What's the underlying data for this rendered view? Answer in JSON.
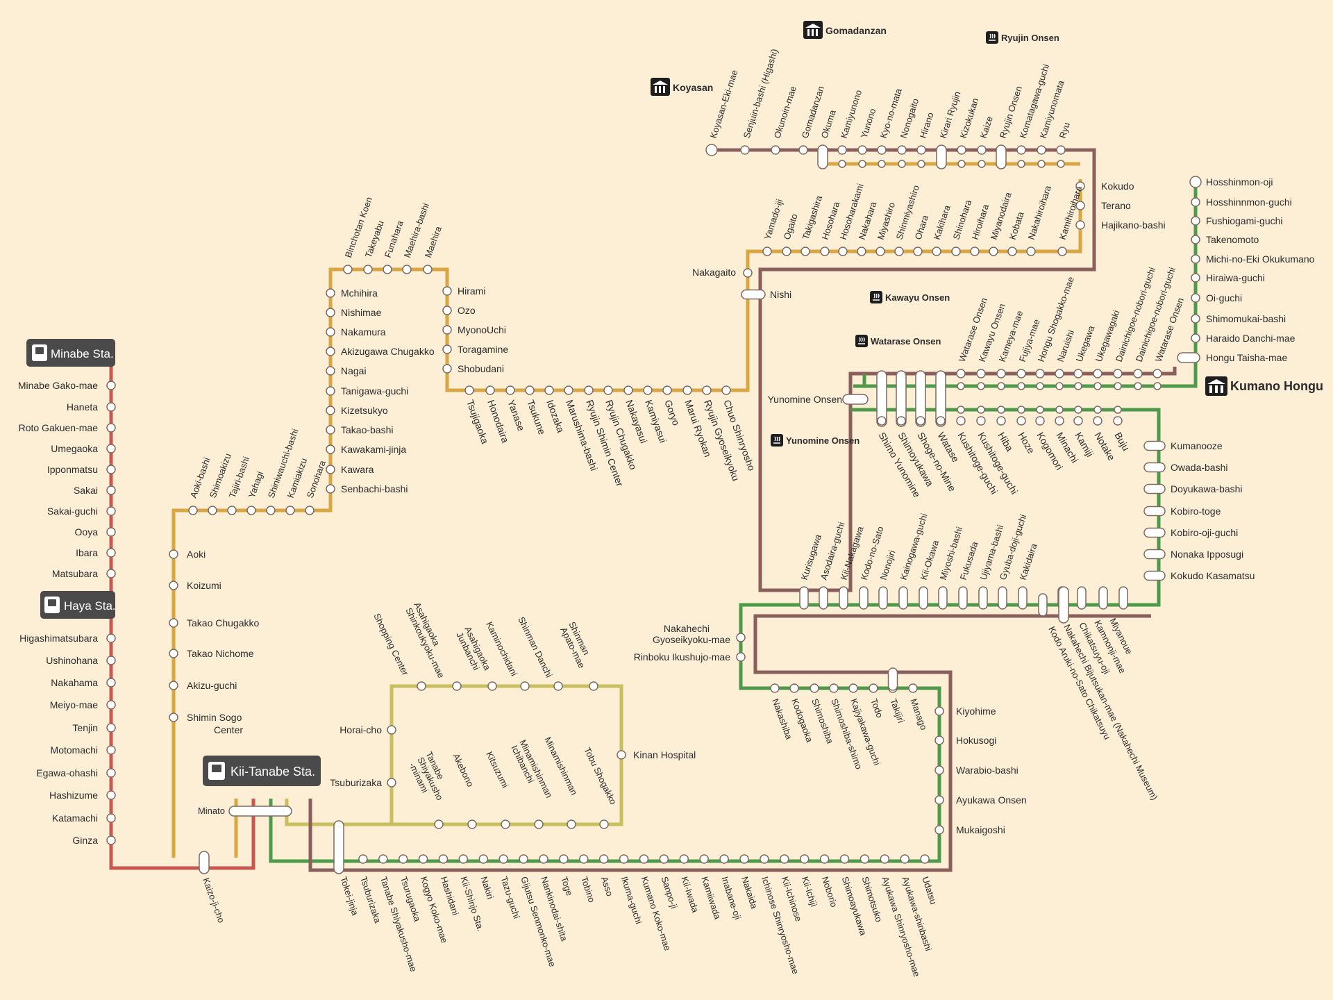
{
  "colors": {
    "background": "#fcefd6",
    "red_line": "#c8574f",
    "orange_line": "#d9a642",
    "olive_line": "#c9bf5e",
    "green_line": "#4f9a4a",
    "brown_line": "#8a5e5a",
    "terminal_box": "#4a4a4a"
  },
  "terminals": {
    "minabe": "Minabe Sta.",
    "haya": "Haya Sta.",
    "kii_tanabe": "Kii-Tanabe Sta."
  },
  "destinations": {
    "koyasan": "Koyasan",
    "gomadanzan": "Gomadanzan",
    "ryujin_onsen": "Ryujin Onsen",
    "kawayu_onsen": "Kawayu Onsen",
    "watarase_onsen": "Watarase Onsen",
    "yunomine_onsen": "Yunomine Onsen",
    "kumano_hongu": "Kumano Hongu"
  },
  "routes": {
    "red_west": [
      "Minabe Gako-mae",
      "Haneta",
      "Roto Gakuen-mae",
      "Umegaoka",
      "Ipponmatsu",
      "Sakai",
      "Sakai-guchi",
      "Ooya",
      "Ibara",
      "Matsubara",
      "Higashimatsubara",
      "Ushinohana",
      "Nakahama",
      "Meiyo-mae",
      "Tenjin",
      "Motomachi",
      "Egawa-ohashi",
      "Hashizume",
      "Katamachi",
      "Ginza"
    ],
    "orange_vertical": [
      "Aoki",
      "Koizumi",
      "Takao Chugakko",
      "Takao Nichome",
      "Akizu-guchi",
      "Shimin Sogo Center"
    ],
    "orange_row1": [
      "Aoki-bashi",
      "Shimoakizu",
      "Tajiri-bashi",
      "Yahagi",
      "Shiniwauchi-bashi",
      "Kamiakizu",
      "Sonohara"
    ],
    "orange_col1": [
      "Mchihira",
      "Nishimae",
      "Nakamura",
      "Akizugawa Chugakko",
      "Nagai",
      "Tanigawa-guchi",
      "Kizetsukyo",
      "Takao-bashi",
      "Kawakami-jinja",
      "Kawara",
      "Senbachi-bashi"
    ],
    "orange_top": [
      "Binchotan Koen",
      "Takeyabu",
      "Funahara",
      "Maehira-bashi",
      "Maehira"
    ],
    "orange_col2": [
      "Hirami",
      "Ozo",
      "MyonoUchi",
      "Toragamine",
      "Shobudani"
    ],
    "orange_bottom": [
      "Tsujigaoka",
      "Honodaira",
      "Yanase",
      "Tsukune",
      "Idozaka",
      "Marushima-bashi",
      "Ryujin Shimin Center",
      "Ryujin Chugakko",
      "Nakayasui",
      "Kamiyasui",
      "Goryo",
      "Marui Ryokan",
      "Ryujin Gyoseikyoku",
      "Chuo Shinryosho"
    ],
    "orange_nakagaito": "Nakagaito",
    "orange_upper": [
      "Yamado-iji",
      "Ogaito",
      "Takigashira",
      "Hosohara",
      "Hosoharakami",
      "Nakahara",
      "Miyashiro",
      "Shinmiyashiro",
      "Ohara",
      "Kakihara",
      "Shinohara",
      "Hiroihara",
      "Miyanodaira",
      "Kobata",
      "Nakahiroihara",
      "Kamihiroihara"
    ],
    "orange_right": [
      "Kokudo",
      "Terano",
      "Hajikano-bashi"
    ],
    "top_row": [
      "Koyasan-Eki-mae",
      "Senjuin-bashi (Higashi)",
      "Okunoin-mae",
      "Gomadanzan",
      "Okuma",
      "Kamiyunono",
      "Yunono",
      "Kyo-no-mata",
      "Nonogaito",
      "Hirano",
      "Kirari Ryujin",
      "Kizokukan",
      "Kaize",
      "Ryujin Onsen",
      "Komatagawa-guchi",
      "Kamiyunomata",
      "Ryu"
    ],
    "nishi": "Nishi",
    "green_right": [
      "Hosshinmon-oji",
      "Hosshinnmon-guchi",
      "Fushiogami-guchi",
      "Takenomoto",
      "Michi-no-Eki Okukumano",
      "Hiraiwa-guchi",
      "Oi-guchi",
      "Shimomukai-bashi",
      "Haraido Danchi-mae",
      "Hongu Taisha-mae"
    ],
    "hongu_upper": [
      "Watarase Onsen",
      "Kawayu Onsen",
      "Kameya-mae",
      "Fujiya-mae",
      "Hongu Shogakko-mae",
      "Naruishi",
      "Ukegawa",
      "Ukegawagaki",
      "Dainichigoe-nobori-guchi",
      "Dainichigoe-nobori-guchi",
      "Watarase Onsen"
    ],
    "yunomine": "Yunomine Onsen",
    "hongu_lower": [
      "Shimo Yunomine",
      "Shimoyukawa",
      "Shoge-no-Mine",
      "Watase",
      "Kushitoge-guchi",
      "Kushitoge-guchi",
      "Hiba",
      "Hoze",
      "Kogomori",
      "Minachi",
      "Kamiji",
      "Notake",
      "Buju"
    ],
    "green_east": [
      "Kumanooze",
      "Owada-bashi",
      "Doyukawa-bashi",
      "Kobiro-toge",
      "Kobiro-oji-guchi",
      "Nonaka Ipposugi",
      "Kokudo Kasamatsu"
    ],
    "kurisu_row": [
      "Kurisugawa",
      "Asodaira-guchi",
      "Kii-Nakagawa",
      "Kodo-no-Sato",
      "Nonojiri",
      "Kainogawa-guchi",
      "Kii-Okawa",
      "Miyoshi-bashi",
      "Fukusada",
      "Ujiyama-bashi",
      "Gyuba-doji-guchi",
      "Kakidaira"
    ],
    "kurisu_lower": [
      "Kodo Aruki-no-Sato Chikatsuyu",
      "Nakahechi Bijutsukan-mae (Nakahechi Museum)",
      "Chikatsuyu-oji",
      "Kamnonji-mae",
      "Miyanoue"
    ],
    "nakahechi_left": [
      "Nakahechi Gyoseikyoku-mae",
      "Rinboku Ikushujo-mae"
    ],
    "manago_row": [
      "Nakashiba",
      "Kodogaoka",
      "Shimoshiba",
      "Shimoshiba-shimo",
      "Kajiyakawa-guchi",
      "Todo",
      "Takijiri",
      "Manago"
    ],
    "kiyohime_col": [
      "Kiyohime",
      "Hokusogi",
      "Warabio-bashi",
      "Ayukawa Onsen",
      "Mukaigoshi"
    ],
    "olive_top": [
      "Shopping Center",
      "Asahigaoka Shinkoukyoku-mae",
      "Asahigaoka Junbanchi",
      "Kaminochidani",
      "Shinman Danchi",
      "Shinman Apato-mae"
    ],
    "olive_left": [
      "Horai-cho",
      "Tsuburizaka"
    ],
    "olive_right": "Kinan Hospital",
    "olive_bottom": [
      "Tanabe Shiyakusho-minami",
      "Akebono",
      "Kitsuzumi",
      "Minamishinman Ichibanchi",
      "Minamishinman",
      "Tobu Shogakko"
    ],
    "minato": "Minato",
    "kaizoji": "Kaizo-ji-cho",
    "bottom_row": [
      "Tokei-jinja",
      "Tsuburizaka",
      "Tanabe Shiyakusho-mae",
      "Tsurugaoka",
      "Kogyo Koko-mae",
      "Hashidani",
      "Kii-Shinjo Sta.",
      "Nakiri",
      "Tazu-guchi",
      "Gijutsu Senmonko-mae",
      "Nankinodai-shita",
      "Toge",
      "Tobino",
      "Asso",
      "Ikuma-guchi",
      "Kumano Koko-mae",
      "Sanpo-ji",
      "Kii-Iwada",
      "Kamiiwada",
      "Inabane-oji",
      "Nakaida",
      "Ichinose Shinryosho-mae",
      "Kii-Ichinose",
      "Kii-Ichiji",
      "Noborio",
      "Shimoayukawa",
      "Shimotsuko",
      "Ayukawa Shinryosho-mae",
      "Ayukawa-shinbashi",
      "Udatsu"
    ]
  }
}
